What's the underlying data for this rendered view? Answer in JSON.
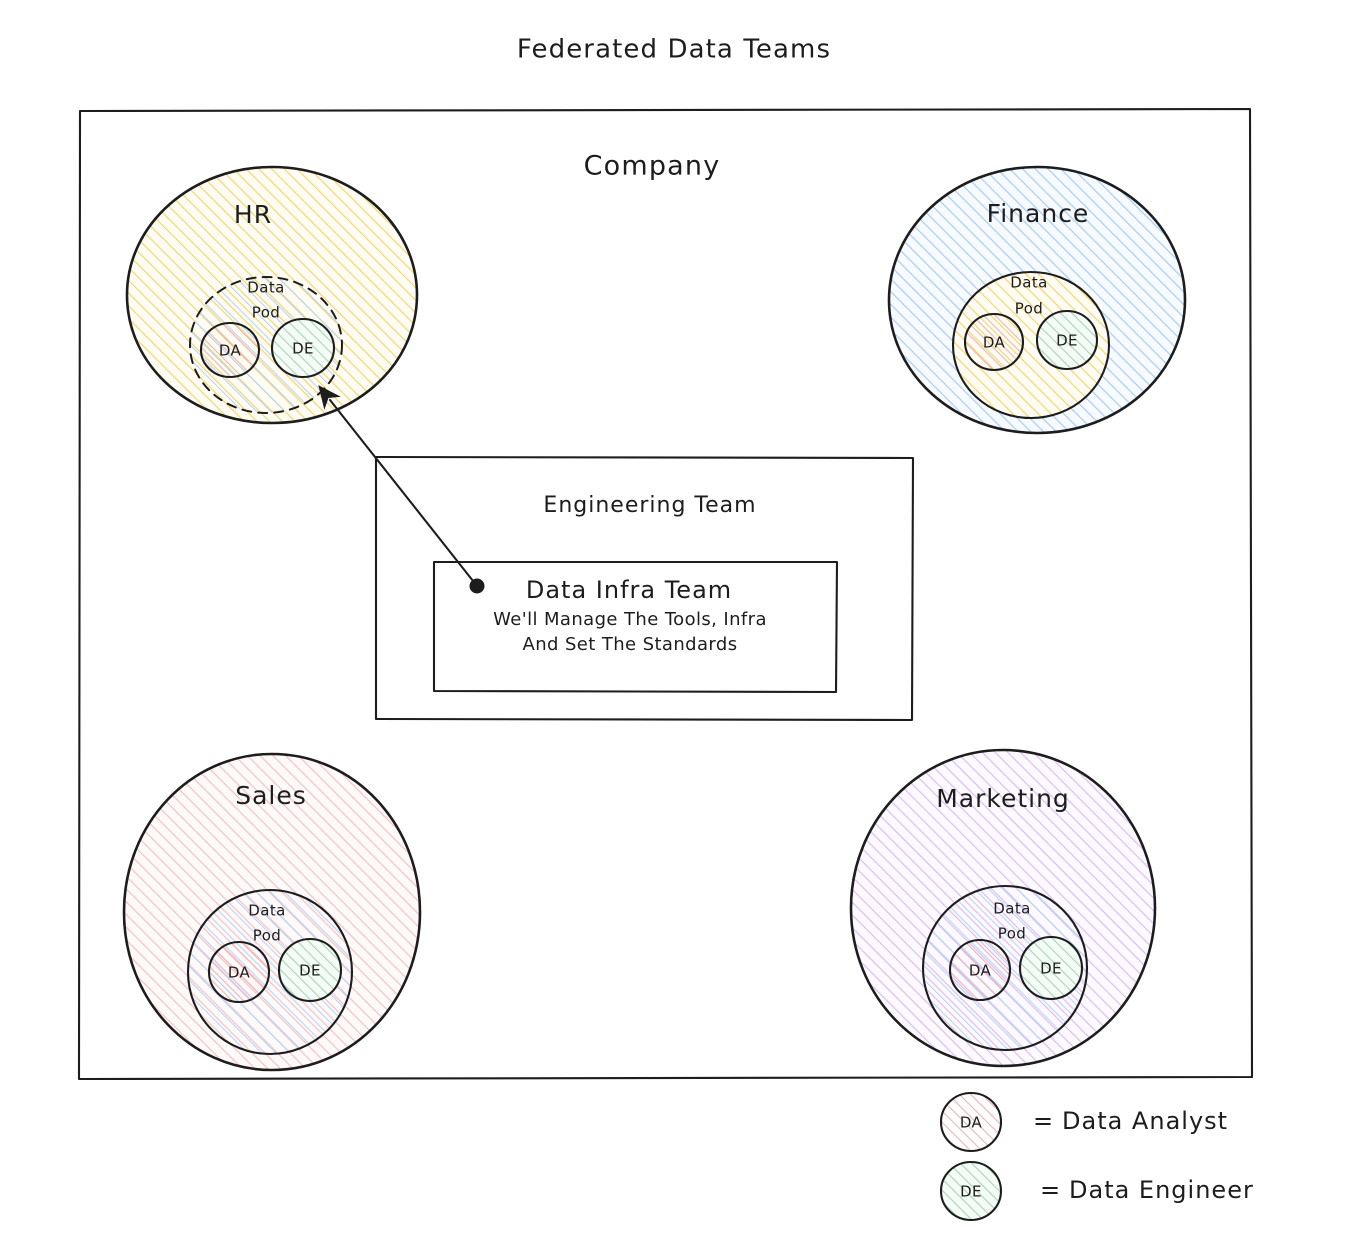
{
  "title": "Federated Data Teams",
  "company": {
    "label": "Company"
  },
  "departments": [
    {
      "name": "HR",
      "fill_color": "#f2d675",
      "pod": {
        "label_line1": "Data",
        "label_line2": "Pod",
        "fill_color": "#93c5fd",
        "border": "dashed"
      },
      "roles": [
        {
          "code": "DA",
          "fill_color": "#f0a3a3"
        },
        {
          "code": "DE",
          "fill_color": "#86c99a"
        }
      ]
    },
    {
      "name": "Finance",
      "fill_color": "#93c5fd",
      "pod": {
        "label_line1": "Data",
        "label_line2": "Pod",
        "fill_color": "#f2d675",
        "border": "solid"
      },
      "roles": [
        {
          "code": "DA",
          "fill_color": "#f0a3a3"
        },
        {
          "code": "DE",
          "fill_color": "#86c99a"
        }
      ]
    },
    {
      "name": "Sales",
      "fill_color": "#f0a3a3",
      "pod": {
        "label_line1": "Data",
        "label_line2": "Pod",
        "fill_color": "#93c5fd",
        "border": "solid"
      },
      "roles": [
        {
          "code": "DA",
          "fill_color": "#f0a3a3"
        },
        {
          "code": "DE",
          "fill_color": "#86c99a"
        }
      ]
    },
    {
      "name": "Marketing",
      "fill_color": "#c6a0e8",
      "pod": {
        "label_line1": "Data",
        "label_line2": "Pod",
        "fill_color": "#93c5fd",
        "border": "solid"
      },
      "roles": [
        {
          "code": "DA",
          "fill_color": "#f0a3a3"
        },
        {
          "code": "DE",
          "fill_color": "#86c99a"
        }
      ]
    }
  ],
  "engineering": {
    "label": "Engineering Team",
    "infra": {
      "title": "Data Infra Team",
      "subtitle_line1": "We'll Manage The Tools, Infra",
      "subtitle_line2": "And Set The Standards"
    }
  },
  "legend": [
    {
      "code": "DA",
      "equals": "=",
      "label": "Data Analyst",
      "fill_color": "#f0a3a3"
    },
    {
      "code": "DE",
      "equals": "=",
      "label": "Data Engineer",
      "fill_color": "#86c99a"
    }
  ]
}
